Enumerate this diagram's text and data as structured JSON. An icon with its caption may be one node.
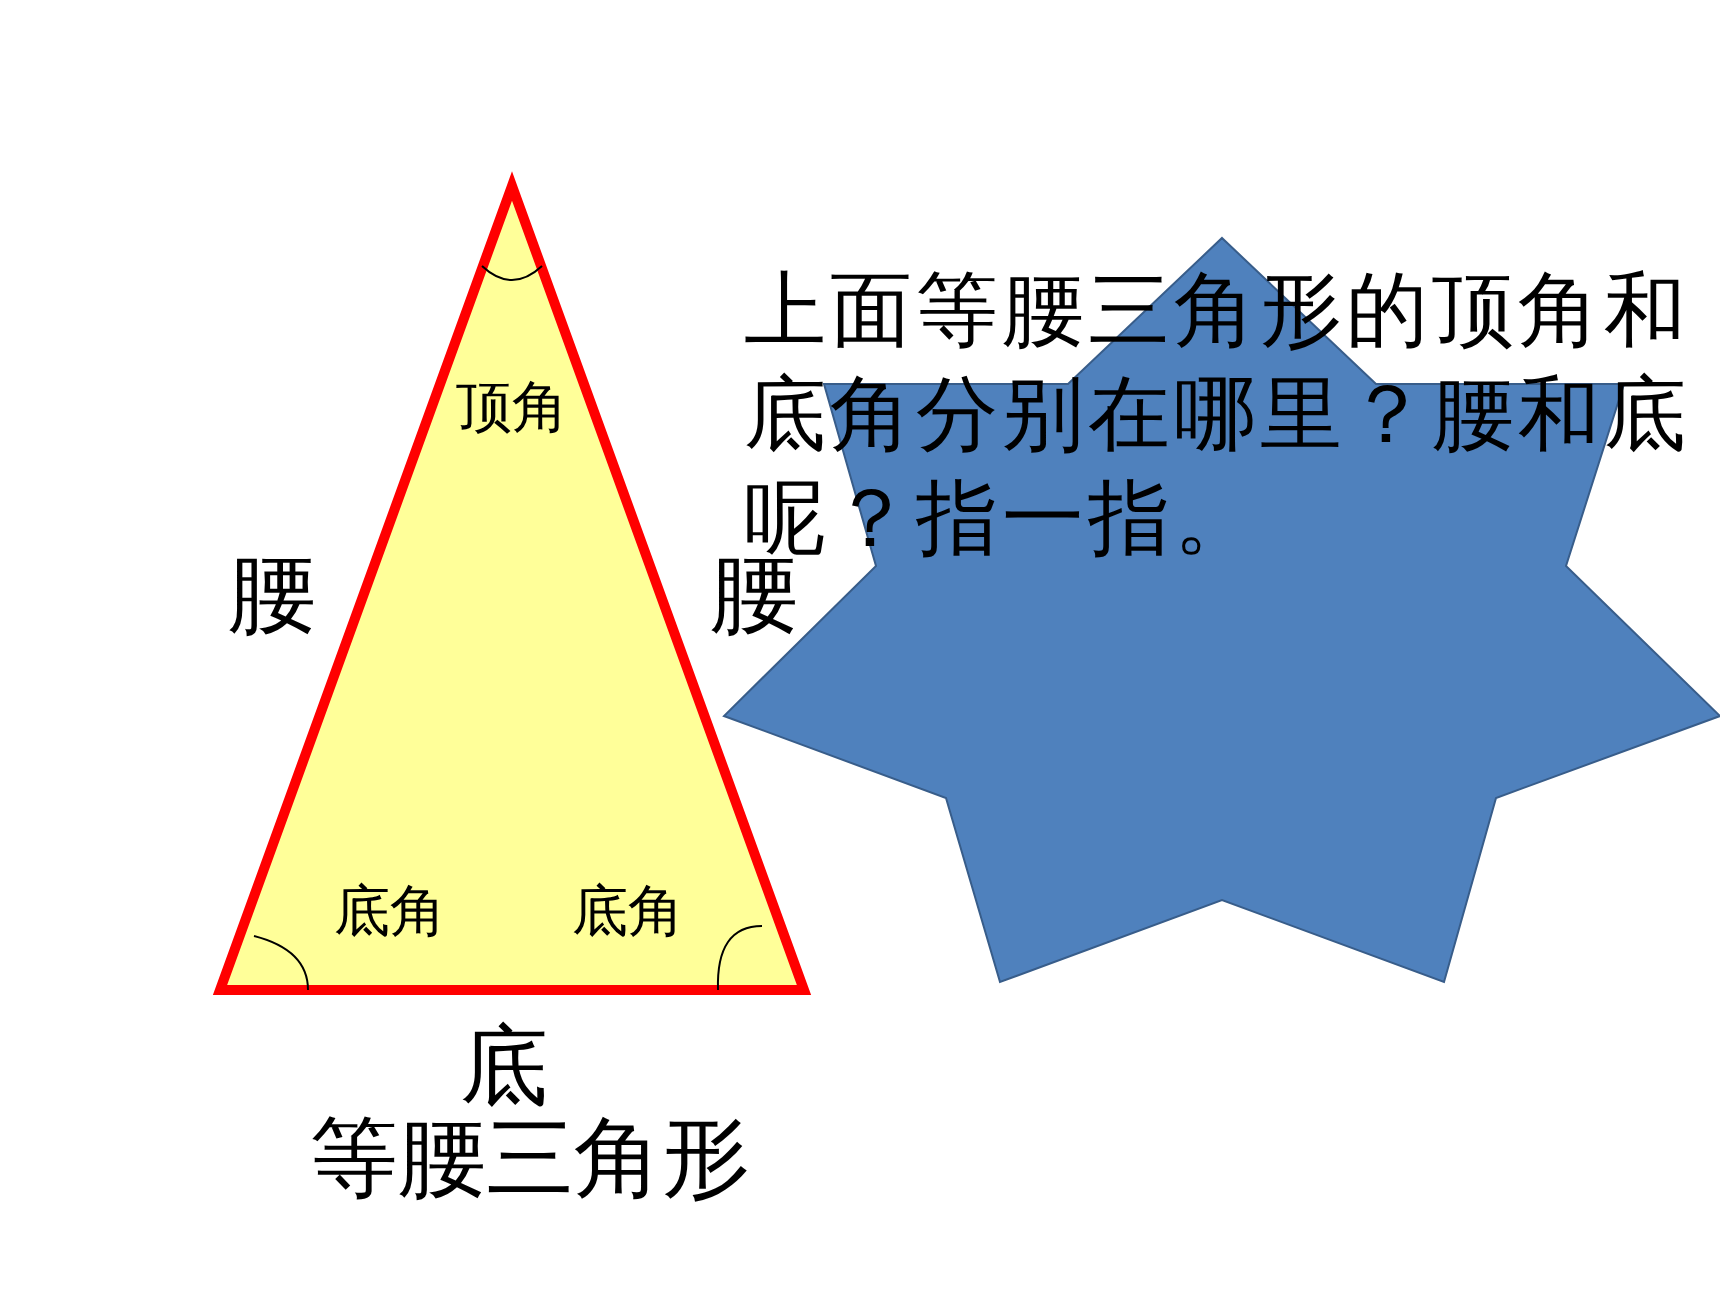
{
  "diagram": {
    "caption": "等腰三角形",
    "nodes": [
      {
        "text": [
          "顶角",
          "底角",
          "底角"
        ]
      },
      {
        "text": [
          "上面等腰三角形的顶角和底角分别在哪里？腰和底呢？指一指。"
        ]
      }
    ],
    "labels": [
      "腰",
      "腰",
      "底"
    ]
  }
}
